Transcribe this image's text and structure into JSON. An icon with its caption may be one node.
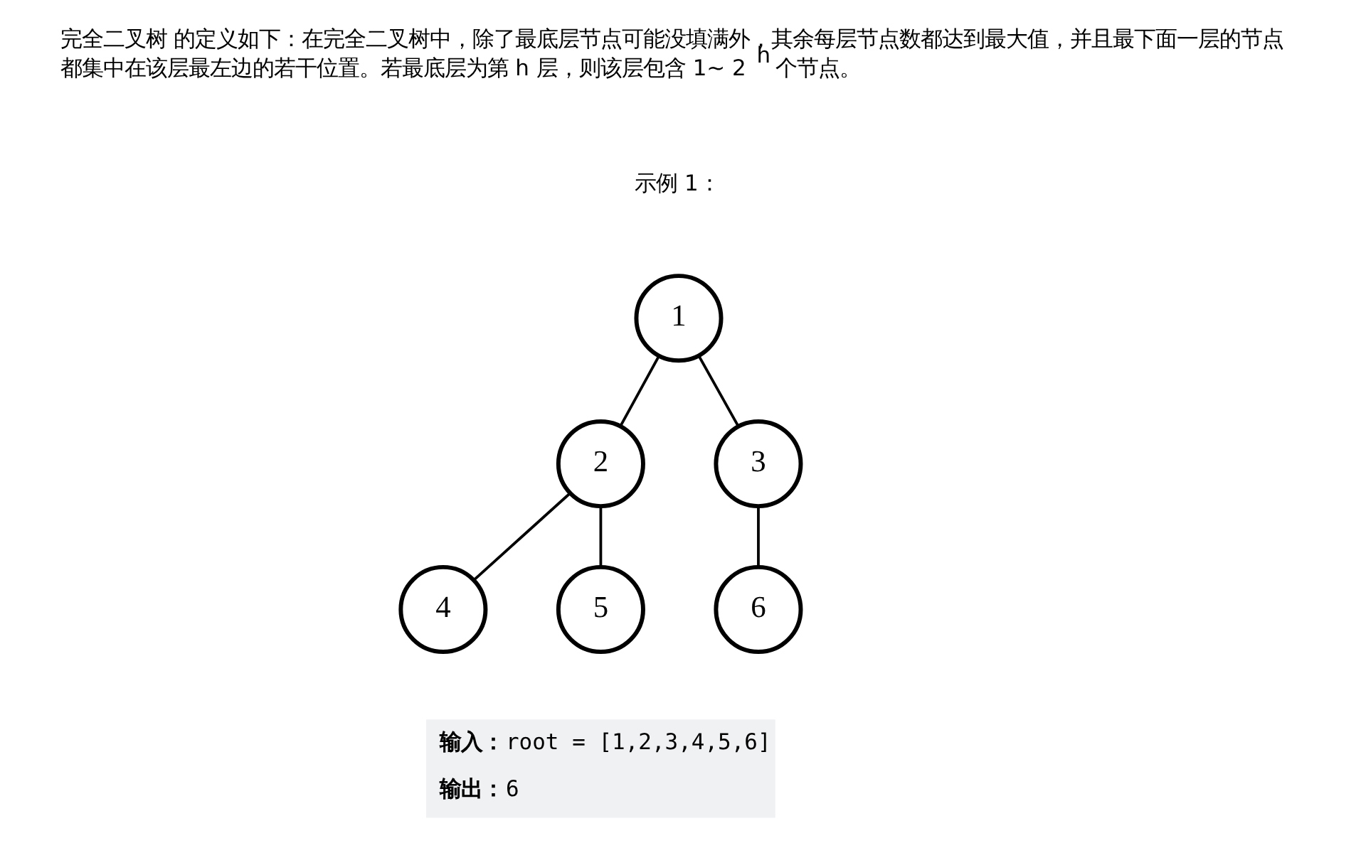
{
  "diagram": {
    "nodes": [
      {
        "text": [
          "1"
        ]
      },
      {
        "text": [
          "2"
        ]
      },
      {
        "text": [
          "3"
        ]
      },
      {
        "text": [
          "4"
        ]
      },
      {
        "text": [
          "5"
        ]
      },
      {
        "text": [
          "6"
        ]
      }
    ],
    "edges": [
      {
        "from": 0,
        "to": 1,
        "arrow": "none"
      },
      {
        "from": 0,
        "to": 2,
        "arrow": "none"
      },
      {
        "from": 1,
        "to": 3,
        "arrow": "none"
      },
      {
        "from": 1,
        "to": 4,
        "arrow": "none"
      },
      {
        "from": 2,
        "to": 5,
        "arrow": "none"
      }
    ],
    "labels": [
      "完全二叉树 的定义如下：在完全二叉树中，除了最底层节点可能没填满外，其余每层节点数都达到最大值，并且最下面一层的节点都集中在该层最左边的若干位置。若最底层为第 h 层，则该层包含 1~ 2$^{h}$ 个节点。",
      "示例 1：",
      "**输入：**root = [1,2,3,4,5,6]",
      "**输出：**6"
    ]
  }
}
